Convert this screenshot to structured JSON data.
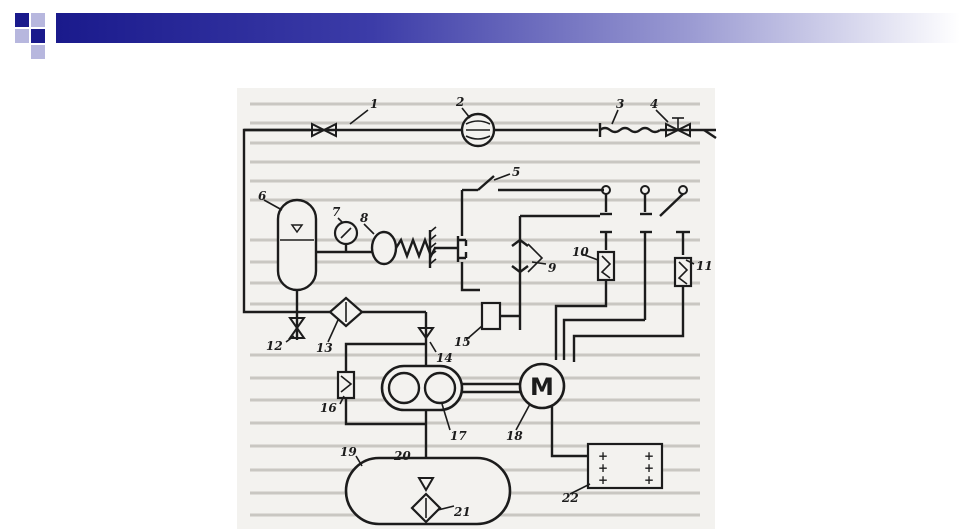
{
  "slide": {
    "accent_colors": {
      "bar_dark": "#1a1a8c",
      "bar_light": "#9a9ad2",
      "square_dark": "#1a1a8c",
      "square_light": "#b7b7de"
    }
  },
  "diagram": {
    "labels": {
      "l1": "1",
      "l2": "2",
      "l3": "3",
      "l4": "4",
      "l5": "5",
      "l6": "6",
      "l7": "7",
      "l8": "8",
      "l9": "9",
      "l10": "10",
      "l11": "11",
      "l12": "12",
      "l13": "13",
      "l14": "14",
      "l15": "15",
      "l16": "16",
      "l17": "17",
      "l18": "18",
      "l19": "19",
      "l20": "20",
      "l21": "21",
      "l22": "22"
    },
    "motor_symbol": "M",
    "panel_signs": [
      "+",
      "+",
      "+",
      "+",
      "+",
      "+"
    ]
  }
}
